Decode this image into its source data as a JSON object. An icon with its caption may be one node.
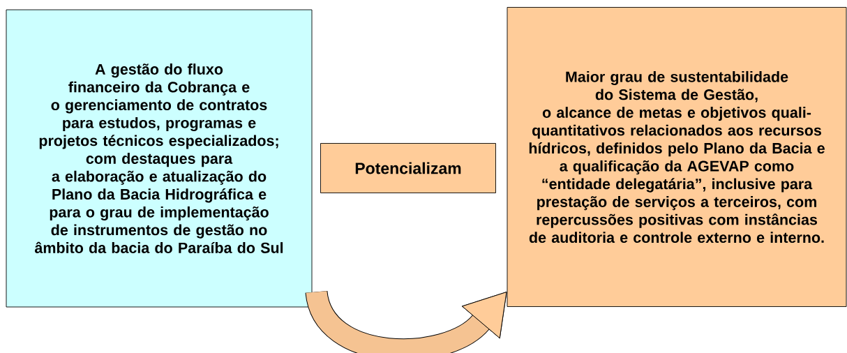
{
  "diagram": {
    "nodes": [
      {
        "text": [
          "A gestão do fluxo financeiro da Cobrança e",
          "o gerenciamento de contratos para estudos, programas e projetos técnicos especializados;",
          "com destaques para",
          "a elaboração e atualização do Plano da Bacia Hidrográfica e para o grau de implementação de instrumentos de gestão no âmbito da bacia do Paraíba do Sul"
        ]
      },
      {
        "text": [
          "Potencializam"
        ]
      },
      {
        "text": [
          "Maior grau de sustentabilidade do Sistema de Gestão,",
          "o alcance de metas e objetivos quali-quantitativos relacionados aos recursos hídricos, definidos pelo Plano da Bacia e",
          "a qualificação da AGEVAP como “entidade delegatária”, inclusive para prestação de serviços a terceiros, com repercussões positivas com instâncias de auditoria e controle externo e interno."
        ]
      }
    ],
    "edges": [
      {
        "from": 0,
        "to": 2,
        "arrow": "to"
      }
    ]
  }
}
